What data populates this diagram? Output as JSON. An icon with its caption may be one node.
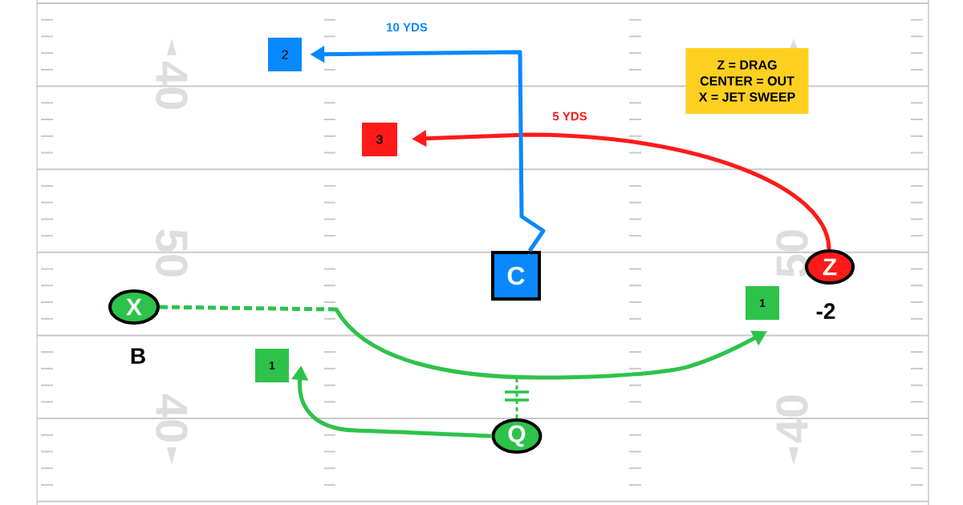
{
  "diagram": {
    "nodes": [
      {
        "text": [
          "2"
        ]
      },
      {
        "text": [
          "Z = DRAG",
          "CENTER = OUT",
          "X = JET SWEEP"
        ]
      },
      {
        "text": [
          "3"
        ]
      },
      {
        "text": [
          "C"
        ]
      },
      {
        "text": [
          "Z"
        ]
      },
      {
        "text": [
          "1"
        ]
      },
      {
        "text": [
          "X"
        ]
      },
      {
        "text": [
          "1"
        ]
      },
      {
        "text": [
          "Q"
        ]
      }
    ],
    "edges": [
      {
        "from": 3,
        "to": 0,
        "arrow": "to",
        "label": "10 YDS",
        "color": "#0a88ff"
      },
      {
        "from": 4,
        "to": 2,
        "arrow": "to",
        "label": "5 YDS",
        "color": "#ff1a1a"
      },
      {
        "from": 6,
        "to": 5,
        "arrow": "to",
        "style": "dashed"
      },
      {
        "from": 8,
        "to": 7,
        "arrow": "to"
      },
      {
        "from": 8,
        "to": null,
        "arrow": "none",
        "style": "dashed"
      }
    ],
    "labels": [
      "40",
      "50",
      "50",
      "-2",
      "B",
      "40",
      "40"
    ]
  }
}
